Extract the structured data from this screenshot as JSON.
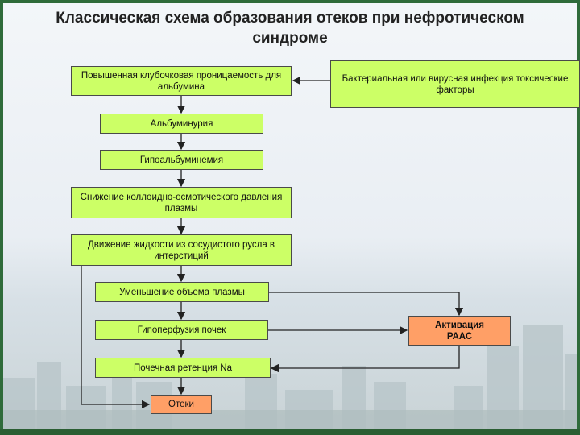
{
  "title": "Классическая схема образования отеков при нефротическом синдроме",
  "boxes": {
    "permeability": "Повышенная клубочковая проницаемость для альбумина",
    "infection": "Бактериальная или вирусная инфекция токсические факторы",
    "albuminuria": "Альбуминурия",
    "hypoalbuminemia": "Гипоальбуминемия",
    "oncotic": "Снижение коллоидно-осмотического давления плазмы",
    "fluid": "Движение жидкости из сосудистого русла в интерстиций",
    "plasma": "Уменьшение объема плазмы",
    "hypoperfusion": "Гипоперфузия почек",
    "na": "Почечная ретенция Na",
    "edema": "Отеки",
    "raas": "Активация РААС"
  },
  "colors": {
    "box_green": "#ccff66",
    "box_orange": "#ff9f66",
    "frame": "#2f6b3a"
  }
}
